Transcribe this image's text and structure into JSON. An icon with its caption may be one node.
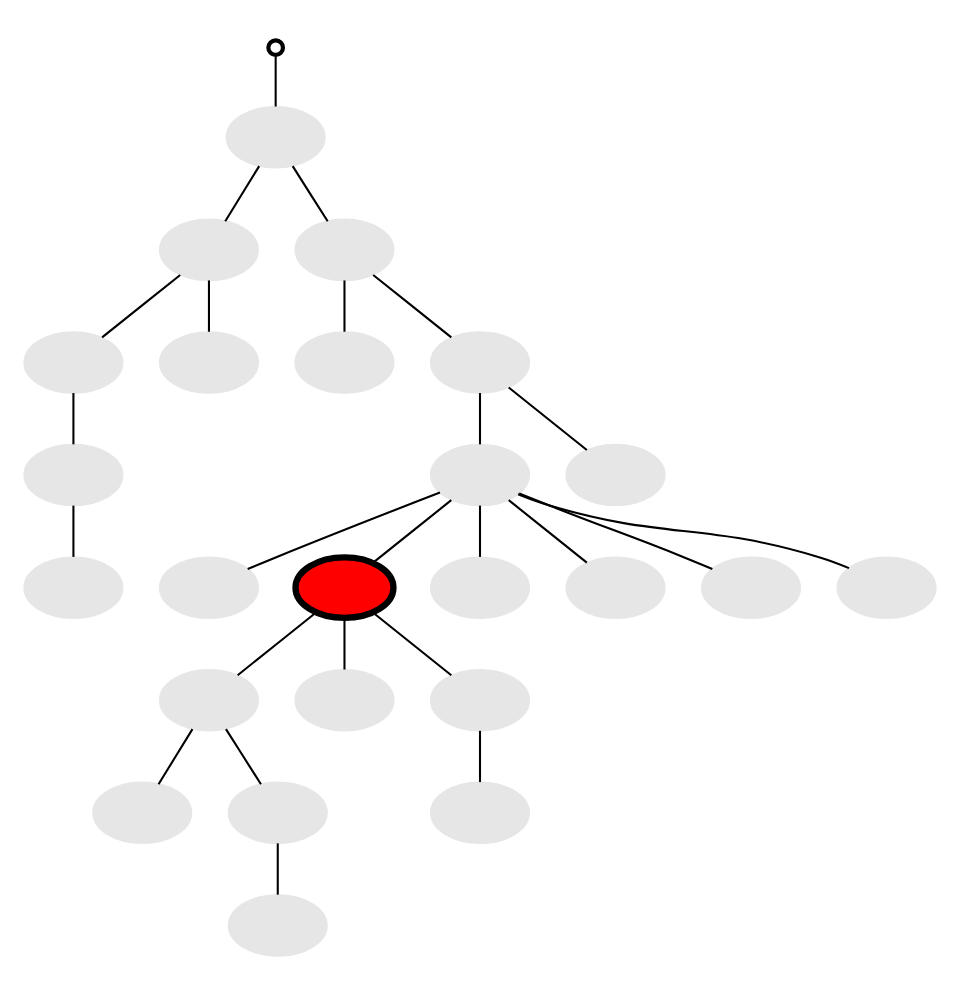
{
  "diagram": {
    "nodes": [
      {
        "text": [],
        "shape": "circle"
      },
      {
        "text": [],
        "shape": "ellipse"
      },
      {
        "text": [],
        "shape": "ellipse"
      },
      {
        "text": [],
        "shape": "ellipse"
      },
      {
        "text": [],
        "shape": "ellipse"
      },
      {
        "text": [],
        "shape": "ellipse"
      },
      {
        "text": [],
        "shape": "ellipse"
      },
      {
        "text": [],
        "shape": "ellipse"
      },
      {
        "text": [],
        "shape": "ellipse"
      },
      {
        "text": [],
        "shape": "ellipse"
      },
      {
        "text": [],
        "shape": "ellipse"
      },
      {
        "text": [],
        "shape": "ellipse"
      },
      {
        "text": [],
        "shape": "ellipse"
      },
      {
        "text": [],
        "shape": "ellipse"
      },
      {
        "text": [],
        "shape": "ellipse"
      },
      {
        "text": [],
        "shape": "ellipse"
      },
      {
        "text": [],
        "shape": "ellipse"
      },
      {
        "text": [],
        "shape": "ellipse"
      },
      {
        "text": [],
        "shape": "ellipse"
      },
      {
        "text": [],
        "shape": "ellipse"
      },
      {
        "text": [],
        "shape": "ellipse"
      },
      {
        "text": [],
        "shape": "ellipse"
      },
      {
        "text": [],
        "shape": "ellipse"
      },
      {
        "text": [],
        "shape": "ellipse"
      },
      {
        "text": [],
        "shape": "ellipse"
      }
    ],
    "edges": [
      {
        "from": 0,
        "to": 1,
        "arrow": "none"
      },
      {
        "from": 1,
        "to": 2,
        "arrow": "none"
      },
      {
        "from": 1,
        "to": 3,
        "arrow": "none"
      },
      {
        "from": 2,
        "to": 4,
        "arrow": "none"
      },
      {
        "from": 2,
        "to": 5,
        "arrow": "none"
      },
      {
        "from": 3,
        "to": 6,
        "arrow": "none"
      },
      {
        "from": 3,
        "to": 7,
        "arrow": "none"
      },
      {
        "from": 4,
        "to": 8,
        "arrow": "none"
      },
      {
        "from": 7,
        "to": 9,
        "arrow": "none"
      },
      {
        "from": 7,
        "to": 10,
        "arrow": "none"
      },
      {
        "from": 8,
        "to": 11,
        "arrow": "none"
      },
      {
        "from": 9,
        "to": 12,
        "arrow": "none"
      },
      {
        "from": 9,
        "to": 13,
        "arrow": "none"
      },
      {
        "from": 9,
        "to": 14,
        "arrow": "none"
      },
      {
        "from": 9,
        "to": 15,
        "arrow": "none"
      },
      {
        "from": 9,
        "to": 16,
        "arrow": "none"
      },
      {
        "from": 9,
        "to": 17,
        "arrow": "none"
      },
      {
        "from": 13,
        "to": 18,
        "arrow": "none"
      },
      {
        "from": 13,
        "to": 19,
        "arrow": "none"
      },
      {
        "from": 13,
        "to": 20,
        "arrow": "none"
      },
      {
        "from": 18,
        "to": 21,
        "arrow": "none"
      },
      {
        "from": 18,
        "to": 22,
        "arrow": "none"
      },
      {
        "from": 20,
        "to": 23,
        "arrow": "none"
      },
      {
        "from": 22,
        "to": 24,
        "arrow": "none"
      }
    ]
  }
}
